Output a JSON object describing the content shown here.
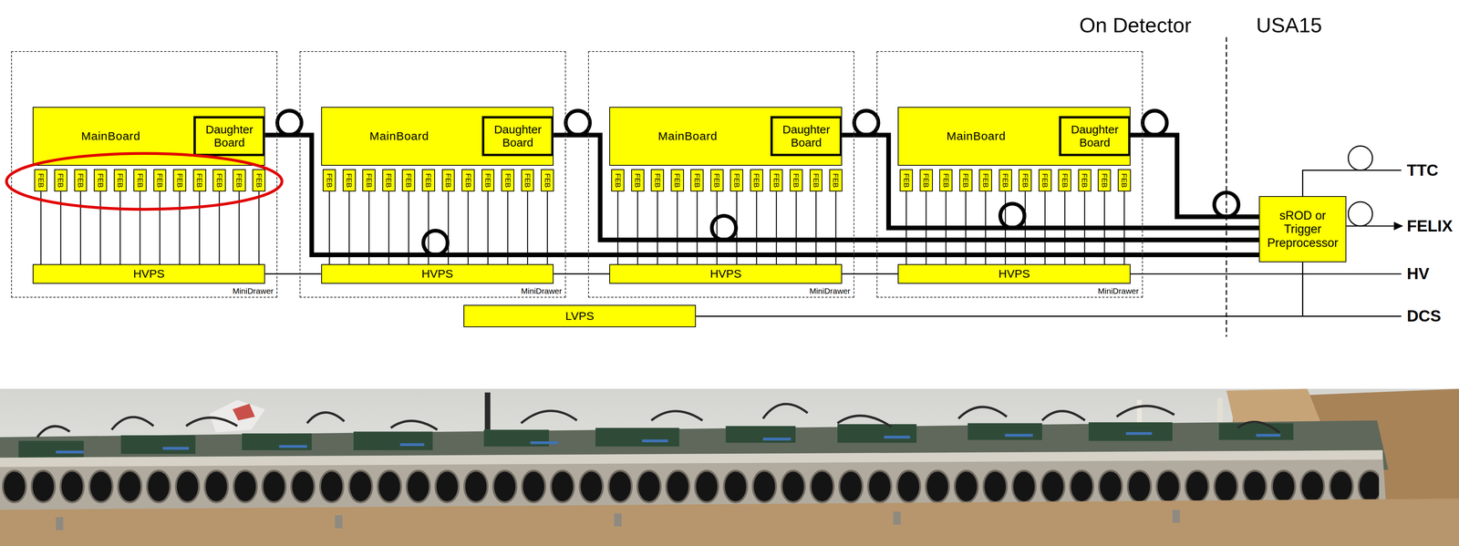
{
  "diagram": {
    "nodes": [
      {
        "text": [
          "MiniDrawer"
        ]
      },
      {
        "text": [
          "MainBoard"
        ],
        "in": 0
      },
      {
        "text": [
          "Daughter Board"
        ],
        "in": 1
      },
      {
        "text": [
          "FEB"
        ],
        "in": 0
      },
      {
        "text": [
          "FEB"
        ],
        "in": 0
      },
      {
        "text": [
          "FEB"
        ],
        "in": 0
      },
      {
        "text": [
          "FEB"
        ],
        "in": 0
      },
      {
        "text": [
          "FEB"
        ],
        "in": 0
      },
      {
        "text": [
          "FEB"
        ],
        "in": 0
      },
      {
        "text": [
          "FEB"
        ],
        "in": 0
      },
      {
        "text": [
          "FEB"
        ],
        "in": 0
      },
      {
        "text": [
          "FEB"
        ],
        "in": 0
      },
      {
        "text": [
          "FEB"
        ],
        "in": 0
      },
      {
        "text": [
          "FEB"
        ],
        "in": 0
      },
      {
        "text": [
          "FEB"
        ],
        "in": 0
      },
      {
        "text": [
          "HVPS"
        ],
        "in": 0
      },
      {
        "text": [
          "MiniDrawer"
        ]
      },
      {
        "text": [
          "MainBoard"
        ],
        "in": 16
      },
      {
        "text": [
          "Daughter Board"
        ],
        "in": 17
      },
      {
        "text": [
          "FEB"
        ],
        "in": 16
      },
      {
        "text": [
          "FEB"
        ],
        "in": 16
      },
      {
        "text": [
          "FEB"
        ],
        "in": 16
      },
      {
        "text": [
          "FEB"
        ],
        "in": 16
      },
      {
        "text": [
          "FEB"
        ],
        "in": 16
      },
      {
        "text": [
          "FEB"
        ],
        "in": 16
      },
      {
        "text": [
          "FEB"
        ],
        "in": 16
      },
      {
        "text": [
          "FEB"
        ],
        "in": 16
      },
      {
        "text": [
          "FEB"
        ],
        "in": 16
      },
      {
        "text": [
          "FEB"
        ],
        "in": 16
      },
      {
        "text": [
          "FEB"
        ],
        "in": 16
      },
      {
        "text": [
          "FEB"
        ],
        "in": 16
      },
      {
        "text": [
          "HVPS"
        ],
        "in": 16
      },
      {
        "text": [
          "MiniDrawer"
        ]
      },
      {
        "text": [
          "MainBoard"
        ],
        "in": 32
      },
      {
        "text": [
          "Daughter Board"
        ],
        "in": 33
      },
      {
        "text": [
          "FEB"
        ],
        "in": 32
      },
      {
        "text": [
          "FEB"
        ],
        "in": 32
      },
      {
        "text": [
          "FEB"
        ],
        "in": 32
      },
      {
        "text": [
          "FEB"
        ],
        "in": 32
      },
      {
        "text": [
          "FEB"
        ],
        "in": 32
      },
      {
        "text": [
          "FEB"
        ],
        "in": 32
      },
      {
        "text": [
          "FEB"
        ],
        "in": 32
      },
      {
        "text": [
          "FEB"
        ],
        "in": 32
      },
      {
        "text": [
          "FEB"
        ],
        "in": 32
      },
      {
        "text": [
          "FEB"
        ],
        "in": 32
      },
      {
        "text": [
          "FEB"
        ],
        "in": 32
      },
      {
        "text": [
          "FEB"
        ],
        "in": 32
      },
      {
        "text": [
          "HVPS"
        ],
        "in": 32
      },
      {
        "text": [
          "MiniDrawer"
        ]
      },
      {
        "text": [
          "MainBoard"
        ],
        "in": 48
      },
      {
        "text": [
          "Daughter Board"
        ],
        "in": 49
      },
      {
        "text": [
          "FEB"
        ],
        "in": 48
      },
      {
        "text": [
          "FEB"
        ],
        "in": 48
      },
      {
        "text": [
          "FEB"
        ],
        "in": 48
      },
      {
        "text": [
          "FEB"
        ],
        "in": 48
      },
      {
        "text": [
          "FEB"
        ],
        "in": 48
      },
      {
        "text": [
          "FEB"
        ],
        "in": 48
      },
      {
        "text": [
          "FEB"
        ],
        "in": 48
      },
      {
        "text": [
          "FEB"
        ],
        "in": 48
      },
      {
        "text": [
          "FEB"
        ],
        "in": 48
      },
      {
        "text": [
          "FEB"
        ],
        "in": 48
      },
      {
        "text": [
          "FEB"
        ],
        "in": 48
      },
      {
        "text": [
          "FEB"
        ],
        "in": 48
      },
      {
        "text": [
          "HVPS"
        ],
        "in": 48
      },
      {
        "text": [
          "LVPS"
        ]
      },
      {
        "text": [
          "sROD or Trigger Preprocessor"
        ]
      }
    ],
    "edges": [
      {
        "from": 3,
        "to": 15,
        "arrow": "none"
      },
      {
        "from": 4,
        "to": 15,
        "arrow": "none"
      },
      {
        "from": 5,
        "to": 15,
        "arrow": "none"
      },
      {
        "from": 6,
        "to": 15,
        "arrow": "none"
      },
      {
        "from": 7,
        "to": 15,
        "arrow": "none"
      },
      {
        "from": 8,
        "to": 15,
        "arrow": "none"
      },
      {
        "from": 9,
        "to": 15,
        "arrow": "none"
      },
      {
        "from": 10,
        "to": 15,
        "arrow": "none"
      },
      {
        "from": 11,
        "to": 15,
        "arrow": "none"
      },
      {
        "from": 12,
        "to": 15,
        "arrow": "none"
      },
      {
        "from": 13,
        "to": 15,
        "arrow": "none"
      },
      {
        "from": 14,
        "to": 15,
        "arrow": "none"
      },
      {
        "from": 19,
        "to": 31,
        "arrow": "none"
      },
      {
        "from": 20,
        "to": 31,
        "arrow": "none"
      },
      {
        "from": 21,
        "to": 31,
        "arrow": "none"
      },
      {
        "from": 22,
        "to": 31,
        "arrow": "none"
      },
      {
        "from": 23,
        "to": 31,
        "arrow": "none"
      },
      {
        "from": 24,
        "to": 31,
        "arrow": "none"
      },
      {
        "from": 25,
        "to": 31,
        "arrow": "none"
      },
      {
        "from": 26,
        "to": 31,
        "arrow": "none"
      },
      {
        "from": 27,
        "to": 31,
        "arrow": "none"
      },
      {
        "from": 28,
        "to": 31,
        "arrow": "none"
      },
      {
        "from": 29,
        "to": 31,
        "arrow": "none"
      },
      {
        "from": 30,
        "to": 31,
        "arrow": "none"
      },
      {
        "from": 35,
        "to": 47,
        "arrow": "none"
      },
      {
        "from": 36,
        "to": 47,
        "arrow": "none"
      },
      {
        "from": 37,
        "to": 47,
        "arrow": "none"
      },
      {
        "from": 38,
        "to": 47,
        "arrow": "none"
      },
      {
        "from": 39,
        "to": 47,
        "arrow": "none"
      },
      {
        "from": 40,
        "to": 47,
        "arrow": "none"
      },
      {
        "from": 41,
        "to": 47,
        "arrow": "none"
      },
      {
        "from": 42,
        "to": 47,
        "arrow": "none"
      },
      {
        "from": 43,
        "to": 47,
        "arrow": "none"
      },
      {
        "from": 44,
        "to": 47,
        "arrow": "none"
      },
      {
        "from": 45,
        "to": 47,
        "arrow": "none"
      },
      {
        "from": 46,
        "to": 47,
        "arrow": "none"
      },
      {
        "from": 51,
        "to": 63,
        "arrow": "none"
      },
      {
        "from": 52,
        "to": 63,
        "arrow": "none"
      },
      {
        "from": 53,
        "to": 63,
        "arrow": "none"
      },
      {
        "from": 54,
        "to": 63,
        "arrow": "none"
      },
      {
        "from": 55,
        "to": 63,
        "arrow": "none"
      },
      {
        "from": 56,
        "to": 63,
        "arrow": "none"
      },
      {
        "from": 57,
        "to": 63,
        "arrow": "none"
      },
      {
        "from": 58,
        "to": 63,
        "arrow": "none"
      },
      {
        "from": 59,
        "to": 63,
        "arrow": "none"
      },
      {
        "from": 60,
        "to": 63,
        "arrow": "none"
      },
      {
        "from": 61,
        "to": 63,
        "arrow": "none"
      },
      {
        "from": 62,
        "to": 63,
        "arrow": "none"
      },
      {
        "from": 2,
        "to": 65,
        "arrow": "none"
      },
      {
        "from": 18,
        "to": 65,
        "arrow": "none"
      },
      {
        "from": 34,
        "to": 65,
        "arrow": "none"
      },
      {
        "from": 50,
        "to": 65,
        "arrow": "none"
      },
      {
        "from": 15,
        "to": 31,
        "arrow": "none"
      },
      {
        "from": 31,
        "to": 47,
        "arrow": "none"
      },
      {
        "from": 47,
        "to": 63,
        "arrow": "none"
      },
      {
        "from": 64,
        "to": 65,
        "arrow": "none"
      }
    ],
    "labels": [
      "On Detector",
      "USA15",
      "TTC",
      "FELIX",
      "HV",
      "DCS"
    ]
  }
}
